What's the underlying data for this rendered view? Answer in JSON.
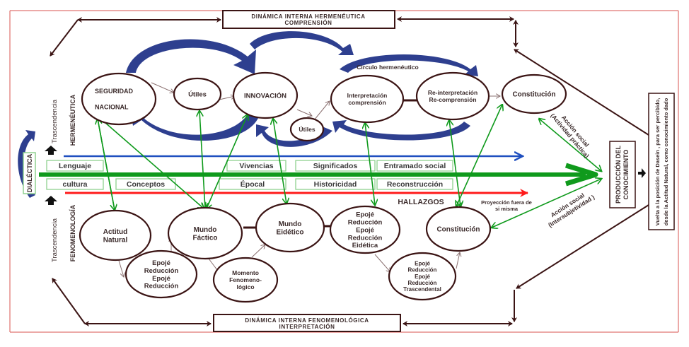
{
  "colors": {
    "frame": "#d9534f",
    "node_stroke": "#3b1414",
    "arc_blue": "#2e3f8f",
    "green": "#0f9a1c",
    "blue_line": "#1f4fbf",
    "red_line": "#ff1a1a",
    "strip_border": "#8fd18f",
    "dark_arrow": "#3b1414"
  },
  "top_box": {
    "line1": "DINÁMICA  INTERNA  HERMENÉUTICA",
    "line2": "COMPRENSIÓN"
  },
  "bottom_box": {
    "line1": "DINÁMICA  INTERNA   FENOMENOLÓGICA",
    "line2": "INTERPRETACIÓN"
  },
  "left_side": {
    "dialectica": "DIALÉCTICA",
    "trascendencia_top": "Trascendencia",
    "hermeneutica": "HERMENÉUTICA",
    "trascendencia_bottom": "Trascendencia",
    "fenomenologia": "FENOMENOLOGÍA"
  },
  "top_nodes": [
    {
      "id": "seguridad",
      "lines": [
        "SEGURIDAD",
        "NACIONAL"
      ]
    },
    {
      "id": "utiles1",
      "lines": [
        "Útiles"
      ]
    },
    {
      "id": "innovacion",
      "lines": [
        "INNOVACIÓN"
      ]
    },
    {
      "id": "utiles2",
      "lines": [
        "Útiles"
      ]
    },
    {
      "id": "interpretacion",
      "lines": [
        "Interpretación",
        "comprensión"
      ]
    },
    {
      "id": "reinterpretacion",
      "lines": [
        "Re-interpretación",
        "Re-comprensión"
      ]
    },
    {
      "id": "constitucion_top",
      "lines": [
        "Constitución"
      ]
    }
  ],
  "circulo_label": "Circulo hermenéutico",
  "bottom_nodes": [
    {
      "id": "actitud",
      "lines": [
        "Actitud",
        "Natural"
      ]
    },
    {
      "id": "epoje1",
      "lines": [
        "Epojé",
        "Reducción",
        "Epojé",
        "Reducción"
      ]
    },
    {
      "id": "factico",
      "lines": [
        "Mundo",
        "Fáctico"
      ]
    },
    {
      "id": "momento",
      "lines": [
        "Momento",
        "Fenomeno-",
        "lógico"
      ]
    },
    {
      "id": "eidetico",
      "lines": [
        "Mundo",
        "Eidético"
      ]
    },
    {
      "id": "epoje_eidetica",
      "lines": [
        "Epojé",
        "Reducción",
        "Epojé",
        "Reducción",
        "Eidética"
      ]
    },
    {
      "id": "epoje_trasc",
      "lines": [
        "Epojé",
        "Reducción",
        "Epojé",
        "Reducción",
        "Trascendental"
      ]
    },
    {
      "id": "constitucion_bottom",
      "lines": [
        "Constitución"
      ]
    }
  ],
  "strip_top": [
    "Lenguaje",
    "Vivencias",
    "Significados",
    "Entramado social"
  ],
  "strip_bottom": [
    "cultura",
    "Conceptos",
    "Épocal",
    "Historicidad",
    "Reconstrucción"
  ],
  "hallazgos": "HALLAZGOS",
  "proyeccion": [
    "Proyección fuera de",
    "si misma"
  ],
  "accion_social_top": [
    "Acción social",
    "(Actividad práctica)"
  ],
  "accion_social_bottom": [
    "Acción social",
    "(Intersubjetividad  )"
  ],
  "produccion": [
    "PRODUCCIÓN DEL",
    "CONOCIMIENTO"
  ],
  "vuelta": [
    "Vuelta a la posición de Dasein , para ser percibido,",
    "desde la Actitud Natural,  como conocimiento dado"
  ]
}
